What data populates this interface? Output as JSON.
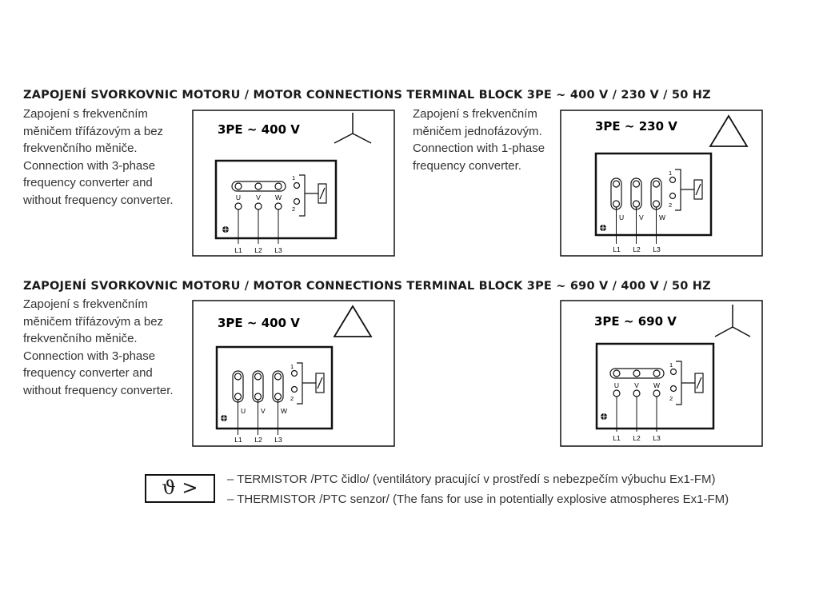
{
  "sections": [
    {
      "heading": "ZAPOJENÍ SVORKOVNIC MOTORU / MOTOR CONNECTIONS TERMINAL BLOCK 3PE ~ 400 V / 230 V / 50 HZ",
      "descriptions": [
        [
          "Zapojení s frekvenčním",
          "měničem třífázovým a bez",
          "frekvenčního měniče.",
          "Connection with 3-phase",
          "frequency converter and",
          "without frequency converter."
        ],
        [
          "Zapojení s frekvenčním",
          "měničem jednofázovým.",
          "Connection with 1-phase",
          "frequency converter."
        ]
      ],
      "diagrams": [
        {
          "label": "3PE ~ 400 V",
          "symbol": "star-icon"
        },
        {
          "label": "3PE ~ 230 V",
          "symbol": "delta-icon"
        }
      ]
    },
    {
      "heading": "ZAPOJENÍ SVORKOVNIC MOTORU / MOTOR CONNECTIONS TERMINAL BLOCK 3PE ~ 690 V / 400 V / 50 HZ",
      "descriptions": [
        [
          "Zapojení s frekvenčním",
          "měničem třífázovým a bez",
          "frekvenčního měniče.",
          "Connection with 3-phase",
          "frequency converter and",
          "without frequency converter."
        ]
      ],
      "diagrams": [
        {
          "label": "3PE ~ 400 V",
          "symbol": "delta-icon"
        },
        {
          "label": "3PE ~ 690 V",
          "symbol": "star-icon"
        }
      ]
    }
  ],
  "terminals": {
    "u": "U",
    "v": "V",
    "w": "W",
    "l1": "L1",
    "l2": "L2",
    "l3": "L3",
    "t1": "1",
    "t2": "2"
  },
  "legend": {
    "symbol": "ϑ >",
    "line1": "– TERMISTOR /PTC čidlo/ (ventilátory pracující v prostředí s nebezpečím výbuchu Ex1-FM)",
    "line2": "– THERMISTOR /PTC senzor/ (The fans for use in potentially explosive atmospheres Ex1-FM)"
  }
}
